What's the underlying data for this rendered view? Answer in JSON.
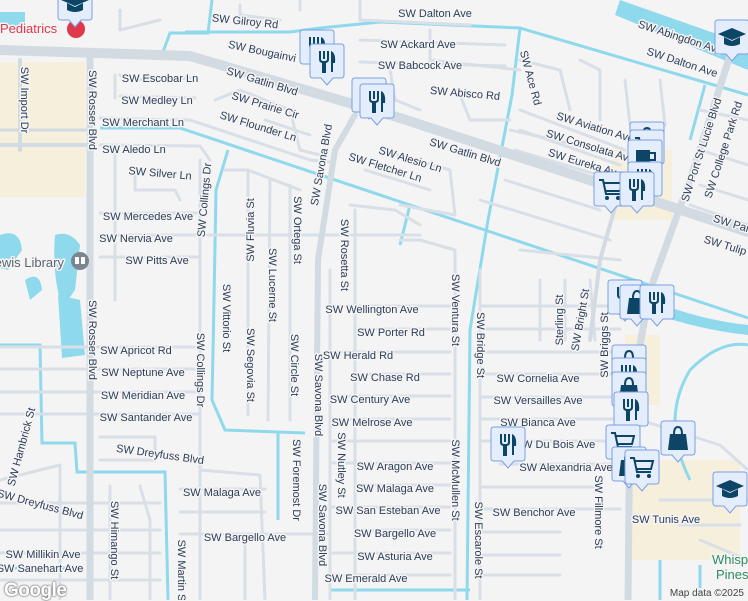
{
  "map": {
    "colors": {
      "background": "#f5f4f5",
      "road_minor": "#d8dfe6",
      "road_major": "#d2dae2",
      "water": "#8fd9ec",
      "commercial": "#f6efdc",
      "marker_fill": "#e4edfb",
      "marker_border": "#7a9fe2",
      "marker_icon": "#0d4566",
      "poi_red": "#e0384b"
    },
    "street_labels": [
      "SW Gilroy Rd",
      "SW Dalton Ave",
      "SW Bougainvi",
      "SW Ackard Ave",
      "SW Babcock Ave",
      "SW Abisco Rd",
      "SW Abingdon Ave",
      "SW Dalton Ave",
      "SW Escobar Ln",
      "SW Medley Ln",
      "SW Gatlin Blvd",
      "SW Prairie Cir",
      "SW Merchant Ln",
      "SW Flounder Ln",
      "SW Aledo Ln",
      "SW Silver Ln",
      "SW Mercedes Ave",
      "SW Nervia Ave",
      "SW Pitts Ave",
      "SW Gatlin Blvd",
      "SW Alesio Ln",
      "SW Fletcher Ln",
      "SW Aviation Ave",
      "SW Consolata Ave",
      "SW Eureka Ave",
      "SW Ace Rd",
      "SW Port St Lucie Blvd",
      "SW College Park Rd",
      "SW Park",
      "SW Tulip",
      "SW Rosser Blvd",
      "SW Rosser Blvd",
      "SW Import Dr",
      "SW Savona Blvd",
      "SW Savona Blvd",
      "SW Savona Blvd",
      "SW Collings Dr",
      "SW Collings Dr",
      "SW Fluvia St",
      "SW Ortega St",
      "SW Rosetta St",
      "SW Vittorio St",
      "SW Lucerne St",
      "SW Segovia St",
      "SW Circle St",
      "SW Wellington Ave",
      "SW Porter Rd",
      "SW Herald Rd",
      "SW Chase Rd",
      "SW Century Ave",
      "SW Melrose Ave",
      "SW Ventura St",
      "SW Bridge St",
      "Sterling St",
      "SW Bright St",
      "SW Briggs St",
      "SW Cornelia Ave",
      "SW Versailles Ave",
      "SW Bianca Ave",
      "SW Du Bois Ave",
      "SW Alexandria Ave",
      "SW Apricot Rd",
      "SW Neptune Ave",
      "SW Meridian Ave",
      "SW Santander Ave",
      "SW Hambrick St",
      "SW Dreyfuss Blvd",
      "SW Malaga Ave",
      "SW Himango St",
      "SW Martin St",
      "SW Bargello Ave",
      "SW Foremost Dr",
      "SW Nutley St",
      "SW Aragon Ave",
      "SW Malaga Ave",
      "SW San Esteban Ave",
      "SW Bargello Ave",
      "SW Asturia Ave",
      "SW Emerald Ave",
      "SW McMullen St",
      "SW Escarole St",
      "SW Benchor Ave",
      "SW Fillmore St",
      "SW Tunis Ave",
      "SW Millikin Ave",
      "SW Sanehart Ave",
      "SW Dreyfuss Blvd"
    ],
    "poi_labels": {
      "pediatrics": "Pediatrics",
      "library": "Lewis Library",
      "whispering_1": "Whisp",
      "whispering_2": "Pines"
    },
    "markers": [
      "school",
      "restaurant",
      "restaurant",
      "restaurant",
      "restaurant",
      "shopping-bag",
      "cart",
      "cafe",
      "restaurant",
      "cart",
      "restaurant",
      "school",
      "restaurant",
      "shopping-bag",
      "restaurant",
      "shopping-bag",
      "restaurant",
      "shopping-bag",
      "restaurant",
      "restaurant",
      "cart",
      "shopping-bag",
      "cart",
      "shopping-bag",
      "school"
    ],
    "attribution": "Map data ©2025",
    "logo": "Google"
  }
}
